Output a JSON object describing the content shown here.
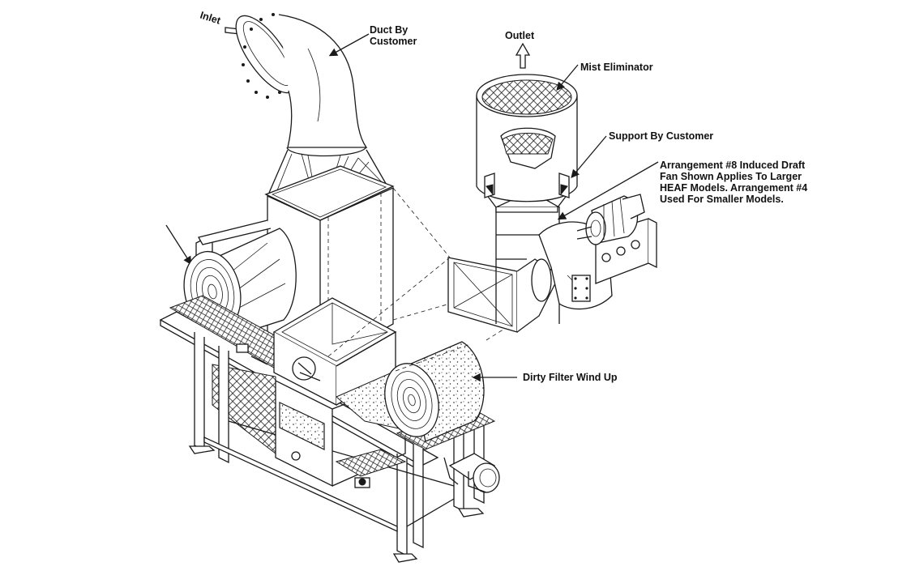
{
  "labels": {
    "inlet": "Inlet",
    "duct": [
      "Duct By",
      "Customer"
    ],
    "outlet": "Outlet",
    "mist_eliminator": "Mist Eliminator",
    "support": "Support By Customer",
    "arrangement": [
      "Arrangement #8 Induced Draft",
      "Fan Shown Applies To Larger",
      "HEAF Models. Arrangement #4",
      "Used For Smaller Models."
    ],
    "dirty_filter": "Dirty Filter Wind Up"
  },
  "colors": {
    "ink": "#1a1a1a",
    "paper": "#ffffff"
  }
}
